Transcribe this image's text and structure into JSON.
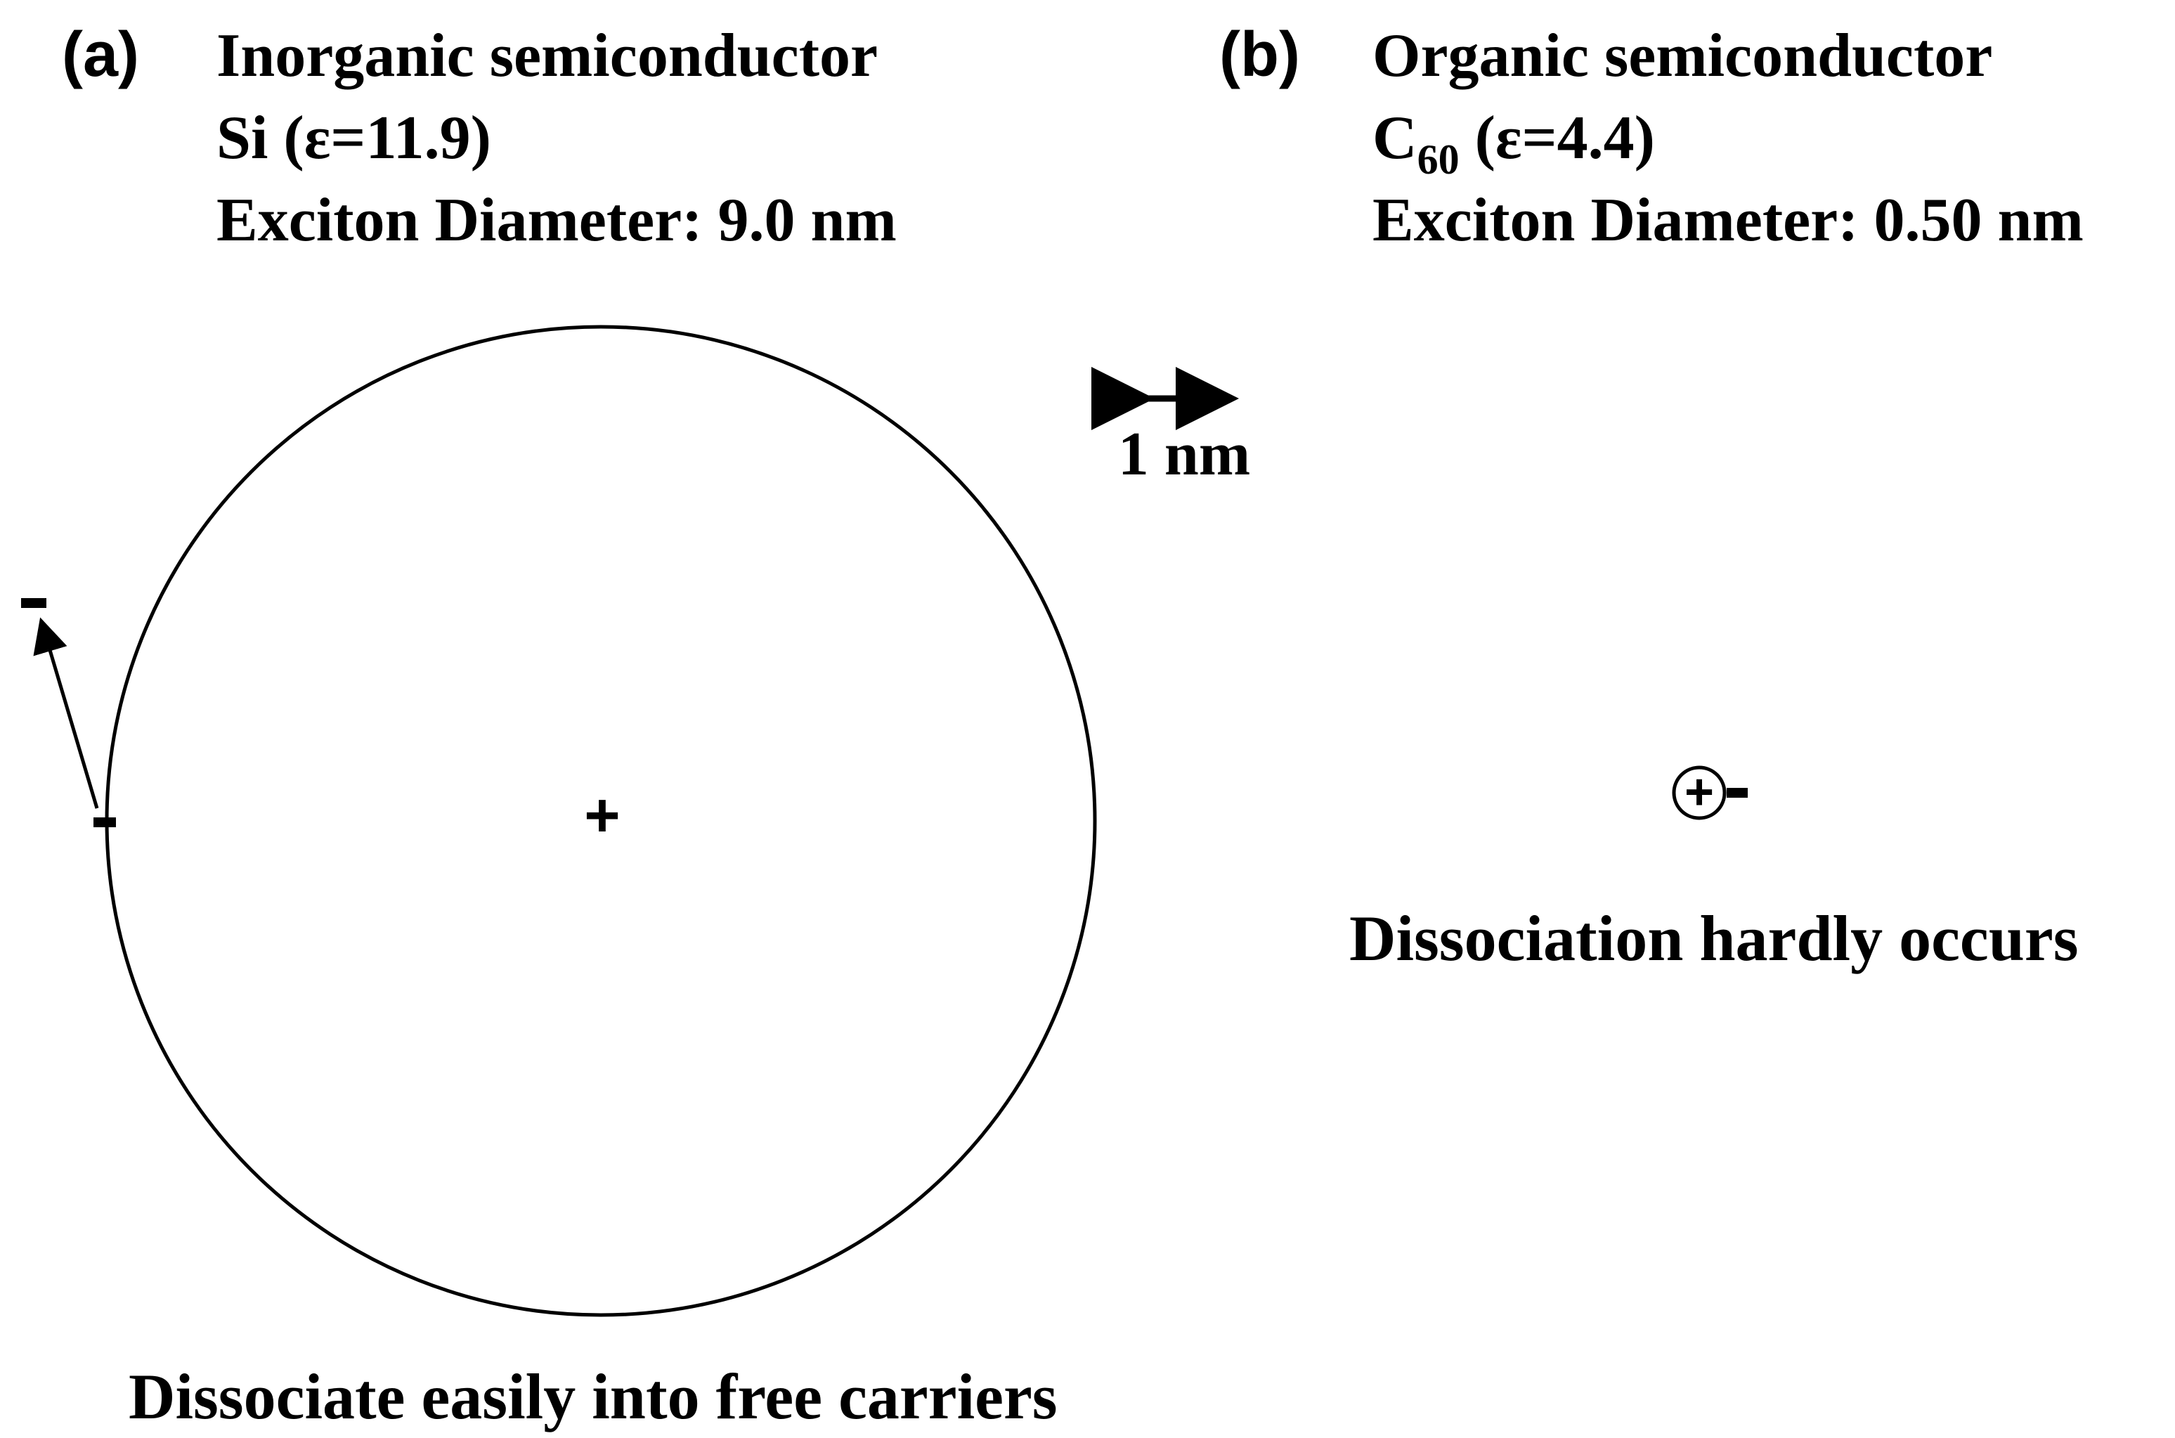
{
  "panel_a": {
    "label": "(a)",
    "title": "Inorganic semiconductor",
    "material_line": "Si (ε=11.9)",
    "diameter_line": "Exciton Diameter: 9.0 nm",
    "hole_sign": "+",
    "electron_sign": "-",
    "free_electron_sign": "-",
    "caption": "Dissociate easily into free carriers"
  },
  "panel_b": {
    "label": "(b)",
    "title": "Organic semiconductor",
    "material_base": "C",
    "material_subscript": "60",
    "material_rest": " (ε=4.4)",
    "diameter_line": "Exciton Diameter: 0.50 nm",
    "hole_sign": "+",
    "electron_sign": "-",
    "caption": "Dissociation hardly occurs"
  },
  "scale_bar": {
    "label": "1 nm"
  }
}
